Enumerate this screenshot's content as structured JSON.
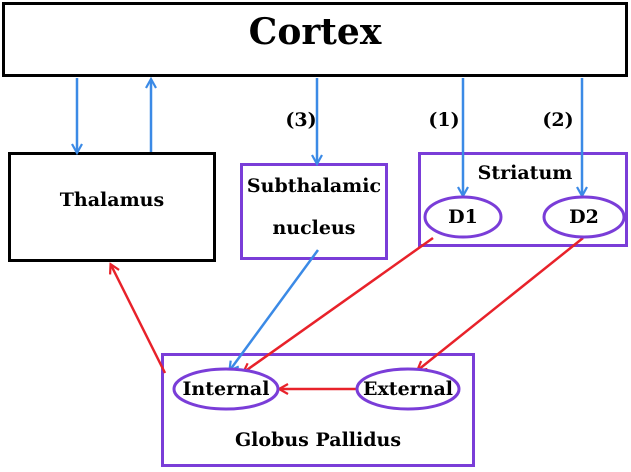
{
  "nodes": {
    "cortex": "Cortex",
    "thalamus": "Thalamus",
    "subthalamic_line1": "Subthalamic",
    "subthalamic_line2": "nucleus",
    "striatum": "Striatum",
    "d1": "D1",
    "d2": "D2",
    "globus_pallidus": "Globus Pallidus",
    "internal": "Internal",
    "external": "External"
  },
  "pathway_labels": {
    "p1": "(1)",
    "p2": "(2)",
    "p3": "(3)"
  },
  "colors": {
    "border_black": "#000000",
    "border_purple": "#7a3dd8",
    "arrow_blue": "#3b8ae6",
    "arrow_red": "#e8222a"
  }
}
